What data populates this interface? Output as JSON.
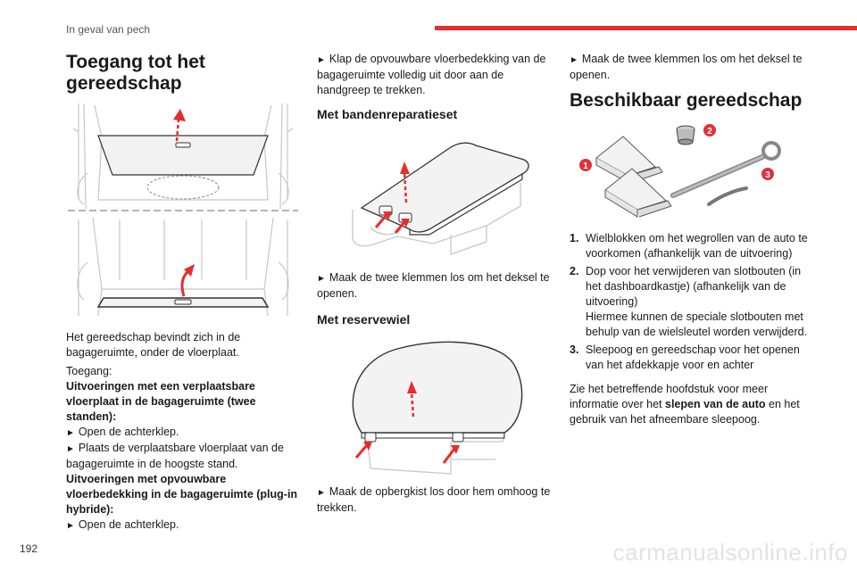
{
  "header": {
    "section": "In geval van pech"
  },
  "footer": {
    "page_number": "192",
    "watermark": "carmanualsonline.info"
  },
  "colors": {
    "accent": "#e52d2d",
    "arrow": "#e52d2d",
    "badge": "#e0313a"
  },
  "col1": {
    "title": "Toegang tot het gereedschap",
    "intro1": "Het gereedschap bevindt zich in de bagageruimte, onder de vloerplaat.",
    "intro2": "Toegang:",
    "heading_a": "Uitvoeringen met een verplaatsbare vloerplaat in de bagageruimte (twee standen):",
    "step_a1": "Open de achterklep.",
    "step_a2": "Plaats de verplaatsbare vloerplaat van de bagageruimte in de hoogste stand.",
    "heading_b": "Uitvoeringen met opvouwbare vloerbedekking in de bagageruimte (plug-in hybride):",
    "step_b1": "Open de achterklep."
  },
  "col2": {
    "step1": "Klap de opvouwbare vloerbedekking van de bagageruimte volledig uit door aan de handgreep te trekken.",
    "subtitle1": "Met bandenreparatieset",
    "step2": "Maak de twee klemmen los om het deksel te openen.",
    "subtitle2": "Met reservewiel",
    "step3": "Maak de opbergkist los door hem omhoog te trekken."
  },
  "col3": {
    "step1": "Maak de twee klemmen los om het deksel te openen.",
    "title": "Beschikbaar gereedschap",
    "badges": [
      "1",
      "2",
      "3"
    ],
    "items": [
      {
        "num": "1.",
        "text": "Wielblokken om het wegrollen van de auto te voorkomen (afhankelijk van de uitvoering)"
      },
      {
        "num": "2.",
        "text": "Dop voor het verwijderen van slotbouten (in het dashboardkastje) (afhankelijk van de uitvoering)",
        "note": "Hiermee kunnen de speciale slotbouten met behulp van de wielsleutel worden verwijderd."
      },
      {
        "num": "3.",
        "text": "Sleepoog en gereedschap voor het openen van het afdekkapje voor en achter"
      }
    ],
    "ref_pre": "Zie het betreffende hoofdstuk voor meer informatie over het ",
    "ref_bold": "slepen van de auto",
    "ref_post": " en het gebruik van het afneembare sleepoog."
  },
  "glyphs": {
    "arrow": "►"
  }
}
